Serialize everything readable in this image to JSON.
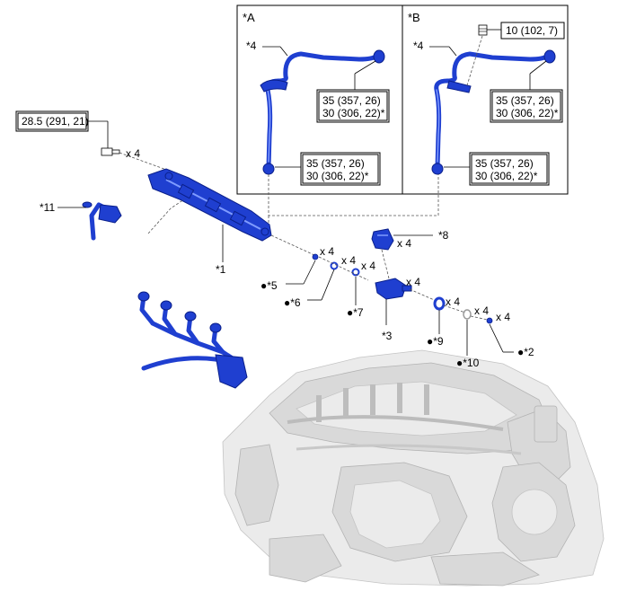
{
  "views": {
    "a": {
      "label": "*A"
    },
    "b": {
      "label": "*B"
    }
  },
  "torque": {
    "main_bolt": "28.5 (291, 21)",
    "a_upper_1": "35 (357, 26)",
    "a_upper_2": "30 (306, 22)*",
    "a_lower_1": "35 (357, 26)",
    "a_lower_2": "30 (306, 22)*",
    "b_bolt": "10 (102, 7)",
    "b_upper_1": "35 (357, 26)",
    "b_upper_2": "30 (306, 22)*",
    "b_lower_1": "35 (357, 26)",
    "b_lower_2": "30 (306, 22)*"
  },
  "parts": {
    "p1": "*1",
    "p2": "*2",
    "p3": "*3",
    "p4a": "*4",
    "p4b": "*4",
    "p5": "*5",
    "p6": "*6",
    "p7": "*7",
    "p8": "*8",
    "p9": "*9",
    "p10": "*10",
    "p11": "*11"
  },
  "quantities": {
    "bolt": "x 4",
    "p5": "x 4",
    "p6": "x 4",
    "p7": "x 4",
    "p8": "x 4",
    "p3": "x 4",
    "p9": "x 4",
    "p10": "x 4",
    "p2": "x 4"
  },
  "markers": {
    "bullet": "●"
  },
  "colors": {
    "part_blue": "#1f3fd0",
    "engine_gray": "#d9d9d9"
  }
}
